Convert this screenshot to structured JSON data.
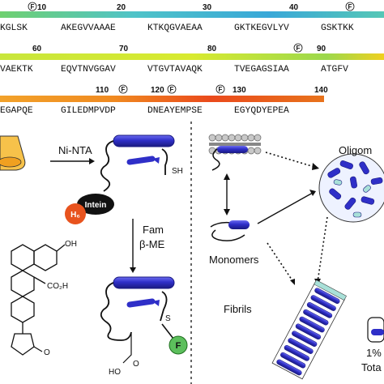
{
  "sequence": {
    "rows": [
      [
        "KGLSK",
        "AKEGVVAAAE",
        "KTKQGVAEAA",
        "GKTKEGVLYV",
        "GSKTKK"
      ],
      [
        "VAEKTK",
        "EQVTNVGGAV",
        "VTGVTAVAQK",
        "TVEGAGSIAA",
        "ATGFV"
      ],
      [
        "EGAPQE",
        "GILEDMPVDP",
        "DNEAYEMPSE",
        "EGYQDYEPEA"
      ]
    ],
    "numbers": [
      "10",
      "20",
      "30",
      "40",
      "60",
      "70",
      "80",
      "90",
      "110",
      "120",
      "130",
      "140"
    ],
    "fluor_marker": "F"
  },
  "labels": {
    "ni_nta": "Ni-NTA",
    "sh": "SH",
    "intein": "Intein",
    "his_tag": "H₆",
    "fam": "Fam",
    "beta_me": "β-ME",
    "s": "S",
    "f": "F",
    "monomers": "Monomers",
    "oligomers": "Oligom",
    "fibrils": "Fibrils",
    "percent": "1%",
    "total": "Tota",
    "co2h": "CO₂H",
    "oh": "OH",
    "o": "O",
    "ho": "HO"
  },
  "colors": {
    "helix": "#2f2fc8",
    "helix_dark": "#1a1a80",
    "fluor": "#5cbf5c",
    "intein": "#111111",
    "his": "#e8531e",
    "membrane": "#c8c8c8",
    "fibril_cap": "#a8e0d8"
  }
}
